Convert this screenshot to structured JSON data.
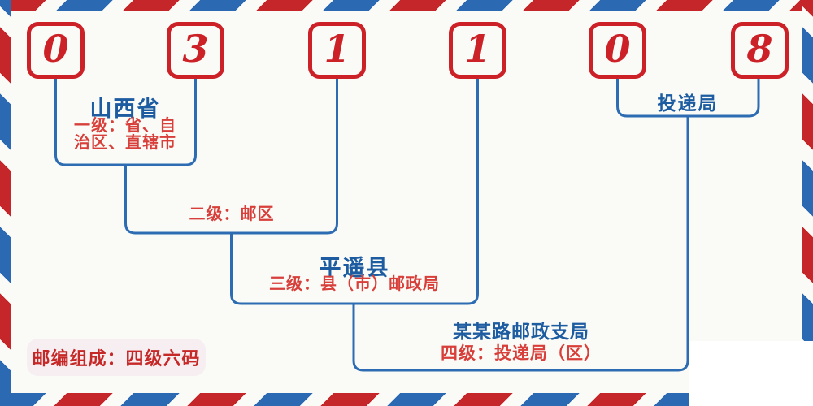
{
  "postal_code": {
    "digits": [
      "0",
      "3",
      "1",
      "1",
      "0",
      "8"
    ]
  },
  "levels": {
    "level1": {
      "place": "山西省",
      "label_line1": "一级：省、自",
      "label_line2": "治区、直辖市"
    },
    "level2": {
      "label": "二级：邮区"
    },
    "level3": {
      "place": "平遥县",
      "label": "三级：县（市）邮政局"
    },
    "level4": {
      "place": "某某路邮政支局",
      "label": "四级：投递局（区）"
    },
    "delivery": {
      "label": "投递局"
    }
  },
  "footer_badge": {
    "text": "邮编组成：四级六码"
  },
  "colors": {
    "digit_red": "#cb2127",
    "label_red": "#d83f3b",
    "heading_blue": "#1d5ca1",
    "line_blue": "#2d6cb2",
    "stripe_red": "#c5262a",
    "stripe_blue": "#2c69b3",
    "badge_background": "#f6eef1",
    "page_background": "#fafbf7"
  }
}
